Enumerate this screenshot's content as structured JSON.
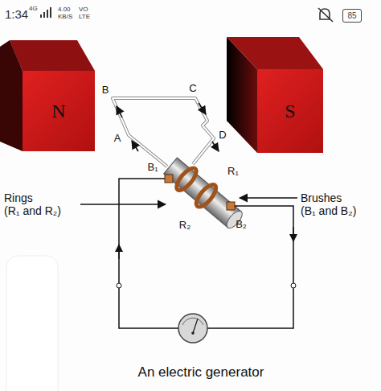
{
  "diagram": {
    "caption": "An electric generator",
    "nodes": [
      {
        "text": [
          "N"
        ]
      },
      {
        "text": [
          "S"
        ]
      },
      {
        "text": [
          "85"
        ]
      }
    ],
    "labels": [
      "1:34",
      "4G",
      "4.00 KB/S",
      "VO LTE",
      "B",
      "C",
      "A",
      "D",
      "B₁",
      "R₁",
      "R₂",
      "B₂",
      "Rings (R₁ and R₂)",
      "Brushes (B₁ and B₂)"
    ]
  }
}
